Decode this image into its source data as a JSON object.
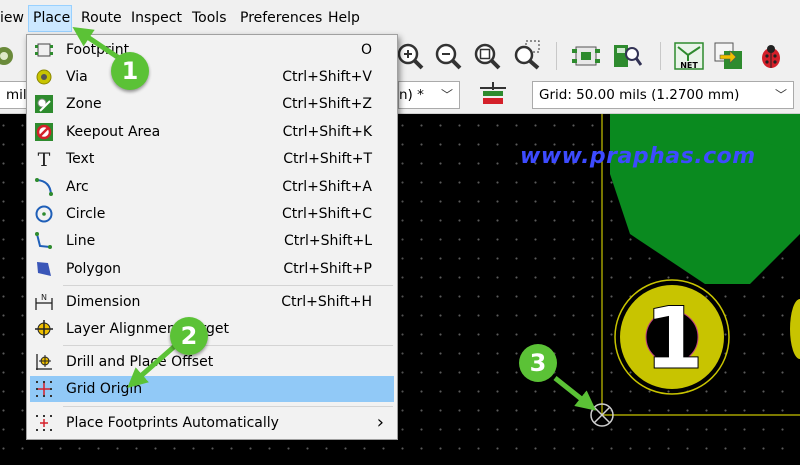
{
  "menubar": {
    "items": [
      "iew",
      "Place",
      "Route",
      "Inspect",
      "Tools",
      "Preferences",
      "Help"
    ],
    "active": "Place"
  },
  "toolbar2": {
    "units_fragment": "mils",
    "track_width_fragment": "n) *",
    "grid": "Grid: 50.00 mils (1.2700 mm)"
  },
  "place_menu": {
    "items": [
      {
        "label": "Footprint",
        "shortcut": "O",
        "icon": "footprint-icon"
      },
      {
        "label": "Via",
        "shortcut": "Ctrl+Shift+V",
        "icon": "via-icon"
      },
      {
        "label": "Zone",
        "shortcut": "Ctrl+Shift+Z",
        "icon": "zone-icon"
      },
      {
        "label": "Keepout Area",
        "shortcut": "Ctrl+Shift+K",
        "icon": "keepout-icon"
      },
      {
        "label": "Text",
        "shortcut": "Ctrl+Shift+T",
        "icon": "text-icon"
      },
      {
        "label": "Arc",
        "shortcut": "Ctrl+Shift+A",
        "icon": "arc-icon"
      },
      {
        "label": "Circle",
        "shortcut": "Ctrl+Shift+C",
        "icon": "circle-icon"
      },
      {
        "label": "Line",
        "shortcut": "Ctrl+Shift+L",
        "icon": "line-icon"
      },
      {
        "label": "Polygon",
        "shortcut": "Ctrl+Shift+P",
        "icon": "polygon-icon"
      },
      {
        "label": "Dimension",
        "shortcut": "Ctrl+Shift+H",
        "icon": "dimension-icon"
      },
      {
        "label": "Layer Alignment Target",
        "shortcut": "",
        "icon": "alignment-target-icon"
      },
      {
        "label": "Drill and Place Offset",
        "shortcut": "",
        "icon": "drill-offset-icon"
      },
      {
        "label": "Grid Origin",
        "shortcut": "",
        "icon": "grid-origin-icon"
      },
      {
        "label": "Place Footprints Automatically",
        "shortcut": "",
        "submenu_arrow": "›",
        "icon": "autoplace-icon"
      }
    ]
  },
  "annotations": {
    "badges": [
      "1",
      "2",
      "3"
    ],
    "watermark": "www.praphas.com"
  },
  "pcb": {
    "pad_number": "1",
    "colors": {
      "copper": "#0a8a1f",
      "pad": "#c8c400",
      "pad_outline": "#d8d800",
      "background": "#000000"
    }
  }
}
